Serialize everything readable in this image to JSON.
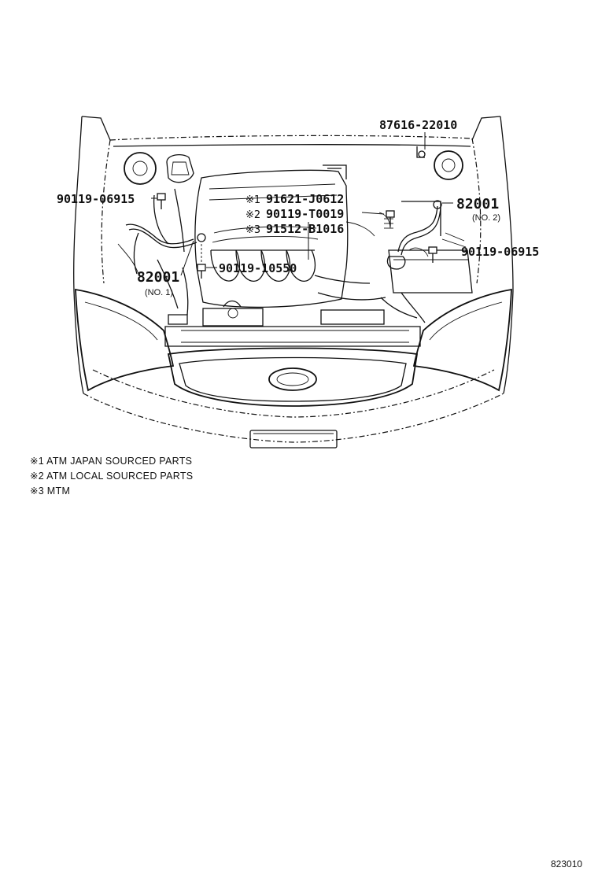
{
  "parts": {
    "p87616": "87616-22010",
    "p90119_left": "90119-06915",
    "p90119_right": "90119-06915",
    "p82001_no1": "82001",
    "p82001_no1_sub": "(NO. 1)",
    "p82001_no2": "82001",
    "p82001_no2_sub": "(NO. 2)",
    "p90119_10550": "90119-10550",
    "alt1_mark": "※1",
    "alt1_part": "91621-J0612",
    "alt2_mark": "※2",
    "alt2_part": "90119-T0019",
    "alt3_mark": "※3",
    "alt3_part": "91512-B1016"
  },
  "notes": {
    "note1": "※1 ATM  JAPAN SOURCED PARTS",
    "note2": "※2 ATM  LOCAL SOURCED PARTS",
    "note3": "※3 MTM"
  },
  "reference": "823010"
}
